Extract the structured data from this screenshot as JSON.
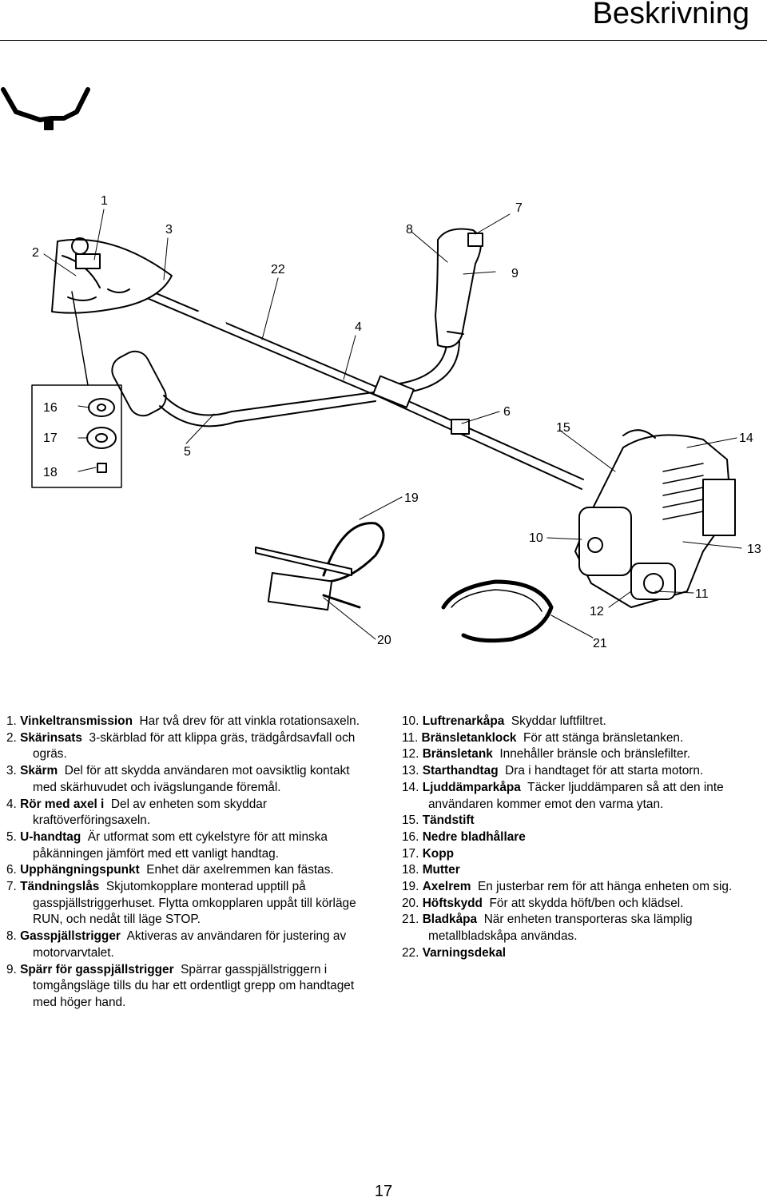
{
  "header": {
    "title": "Beskrivning"
  },
  "callouts": [
    "1",
    "2",
    "3",
    "4",
    "5",
    "6",
    "7",
    "8",
    "9",
    "10",
    "11",
    "12",
    "13",
    "14",
    "15",
    "16",
    "17",
    "18",
    "19",
    "20",
    "21",
    "22"
  ],
  "left_items": [
    {
      "num": "1.",
      "term": "Vinkeltransmission",
      "desc": "Har två drev för att vinkla rotationsaxeln."
    },
    {
      "num": "2.",
      "term": "Skärinsats",
      "desc": "3-skärblad för att klippa gräs, trädgårdsavfall och ogräs."
    },
    {
      "num": "3.",
      "term": "Skärm",
      "desc": "Del för att skydda användaren mot oavsiktlig kontakt med skärhuvudet och ivägslungande föremål."
    },
    {
      "num": "4.",
      "term": "Rör med axel i",
      "desc": "Del av enheten som skyddar kraftöverföringsaxeln."
    },
    {
      "num": "5.",
      "term": "U-handtag",
      "desc": "Är utformat som ett cykelstyre för att minska påkänningen jämfört med ett vanligt handtag."
    },
    {
      "num": "6.",
      "term": "Upphängningspunkt",
      "desc": "Enhet där axelremmen kan fästas."
    },
    {
      "num": "7.",
      "term": "Tändningslås",
      "desc": "Skjutomkopplare monterad upptill på gasspjällstriggerhuset. Flytta omkopplaren uppåt till körläge RUN, och nedåt till läge STOP."
    },
    {
      "num": "8.",
      "term": "Gasspjällstrigger",
      "desc": "Aktiveras av användaren för justering av motorvarvtalet."
    },
    {
      "num": "9.",
      "term": "Spärr för gasspjällstrigger",
      "desc": "Spärrar gasspjällstriggern i tomgångsläge tills du har ett ordentligt grepp om handtaget med höger hand."
    }
  ],
  "right_items": [
    {
      "num": "10.",
      "term": "Luftrenarkåpa",
      "desc": "Skyddar luftfiltret."
    },
    {
      "num": "11.",
      "term": "Bränsletanklock",
      "desc": "För att stänga bränsletanken."
    },
    {
      "num": "12.",
      "term": "Bränsletank",
      "desc": "Innehåller bränsle och bränslefilter."
    },
    {
      "num": "13.",
      "term": "Starthandtag",
      "desc": "Dra i handtaget för att starta motorn."
    },
    {
      "num": "14.",
      "term": "Ljuddämparkåpa",
      "desc": "Täcker ljuddämparen så att den inte användaren kommer emot den varma ytan."
    },
    {
      "num": "15.",
      "term": "Tändstift",
      "desc": ""
    },
    {
      "num": "16.",
      "term": "Nedre bladhållare",
      "desc": ""
    },
    {
      "num": "17.",
      "term": "Kopp",
      "desc": ""
    },
    {
      "num": "18.",
      "term": "Mutter",
      "desc": ""
    },
    {
      "num": "19.",
      "term": "Axelrem",
      "desc": "En justerbar rem för att hänga enheten om sig."
    },
    {
      "num": "20.",
      "term": "Höftskydd",
      "desc": "För att skydda höft/ben och klädsel."
    },
    {
      "num": "21.",
      "term": "Bladkåpa",
      "desc": "När enheten transporteras ska lämplig metallbladskåpa användas."
    },
    {
      "num": "22.",
      "term": "Varningsdekal",
      "desc": ""
    }
  ],
  "footer": {
    "page_number": "17"
  }
}
